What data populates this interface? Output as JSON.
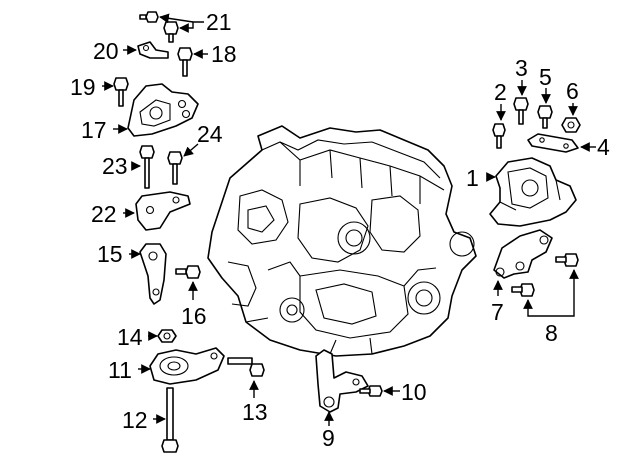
{
  "diagram": {
    "callouts": [
      "1",
      "2",
      "3",
      "4",
      "5",
      "6",
      "7",
      "8",
      "9",
      "10",
      "11",
      "12",
      "13",
      "14",
      "15",
      "16",
      "17",
      "18",
      "19",
      "20",
      "21",
      "22",
      "23",
      "24"
    ]
  },
  "colors": {
    "line": "#000000",
    "background": "#ffffff"
  },
  "icons": {
    "engine": "engine-block-illustration",
    "mount": "engine-mount-part",
    "bolt": "bolt-part",
    "nut": "nut-part",
    "bracket": "bracket-part"
  }
}
